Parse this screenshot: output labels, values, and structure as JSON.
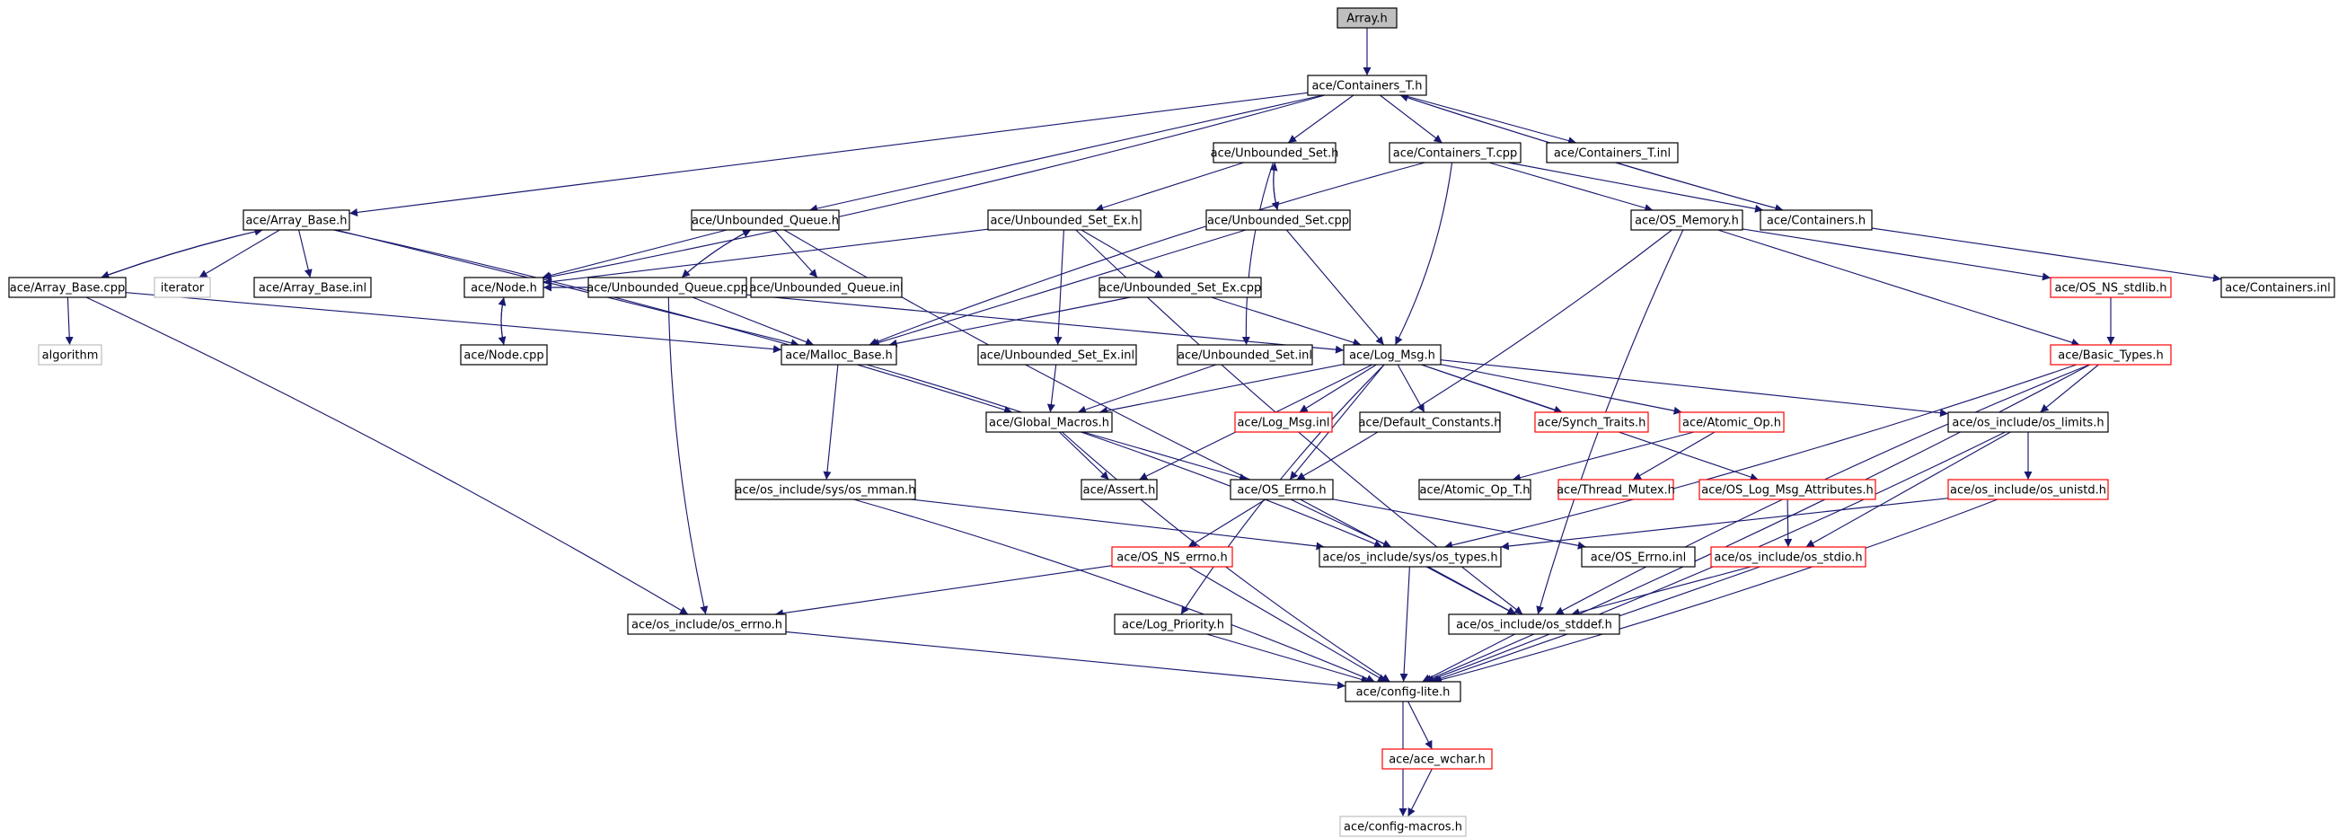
{
  "colors": {
    "edge": "#191970",
    "root_fill": "#bfbfbf",
    "node_border": "#000000",
    "incomplete_border": "#ff0000",
    "external_border": "#bfbfbf"
  },
  "graph": {
    "nodes": [
      {
        "id": "array_h",
        "label": "Array.h",
        "style": "root"
      },
      {
        "id": "containers_t_h",
        "label": "ace/Containers_T.h",
        "style": "normal"
      },
      {
        "id": "unbounded_set_h",
        "label": "ace/Unbounded_Set.h",
        "style": "normal"
      },
      {
        "id": "containers_t_cpp",
        "label": "ace/Containers_T.cpp",
        "style": "normal"
      },
      {
        "id": "containers_t_inl",
        "label": "ace/Containers_T.inl",
        "style": "normal"
      },
      {
        "id": "array_base_h",
        "label": "ace/Array_Base.h",
        "style": "normal"
      },
      {
        "id": "unbounded_queue_h",
        "label": "ace/Unbounded_Queue.h",
        "style": "normal"
      },
      {
        "id": "unbounded_set_ex_h",
        "label": "ace/Unbounded_Set_Ex.h",
        "style": "normal"
      },
      {
        "id": "unbounded_set_cpp",
        "label": "ace/Unbounded_Set.cpp",
        "style": "normal"
      },
      {
        "id": "os_memory_h",
        "label": "ace/OS_Memory.h",
        "style": "normal"
      },
      {
        "id": "containers_h",
        "label": "ace/Containers.h",
        "style": "normal"
      },
      {
        "id": "array_base_cpp",
        "label": "ace/Array_Base.cpp",
        "style": "normal"
      },
      {
        "id": "iterator",
        "label": "iterator",
        "style": "gray"
      },
      {
        "id": "array_base_inl",
        "label": "ace/Array_Base.inl",
        "style": "normal"
      },
      {
        "id": "node_h",
        "label": "ace/Node.h",
        "style": "normal"
      },
      {
        "id": "unbounded_queue_cpp",
        "label": "ace/Unbounded_Queue.cpp",
        "style": "normal"
      },
      {
        "id": "unbounded_queue_inl",
        "label": "ace/Unbounded_Queue.inl",
        "style": "normal"
      },
      {
        "id": "unbounded_set_ex_cpp",
        "label": "ace/Unbounded_Set_Ex.cpp",
        "style": "normal"
      },
      {
        "id": "os_ns_stdlib_h",
        "label": "ace/OS_NS_stdlib.h",
        "style": "red"
      },
      {
        "id": "containers_inl",
        "label": "ace/Containers.inl",
        "style": "normal"
      },
      {
        "id": "algorithm",
        "label": "algorithm",
        "style": "gray"
      },
      {
        "id": "node_cpp",
        "label": "ace/Node.cpp",
        "style": "normal"
      },
      {
        "id": "malloc_base_h",
        "label": "ace/Malloc_Base.h",
        "style": "normal"
      },
      {
        "id": "unbounded_set_ex_inl",
        "label": "ace/Unbounded_Set_Ex.inl",
        "style": "normal"
      },
      {
        "id": "unbounded_set_inl",
        "label": "ace/Unbounded_Set.inl",
        "style": "normal"
      },
      {
        "id": "log_msg_h",
        "label": "ace/Log_Msg.h",
        "style": "normal"
      },
      {
        "id": "basic_types_h",
        "label": "ace/Basic_Types.h",
        "style": "red"
      },
      {
        "id": "global_macros_h",
        "label": "ace/Global_Macros.h",
        "style": "normal"
      },
      {
        "id": "log_msg_inl",
        "label": "ace/Log_Msg.inl",
        "style": "red"
      },
      {
        "id": "default_constants_h",
        "label": "ace/Default_Constants.h",
        "style": "normal"
      },
      {
        "id": "synch_traits_h",
        "label": "ace/Synch_Traits.h",
        "style": "red"
      },
      {
        "id": "atomic_op_h",
        "label": "ace/Atomic_Op.h",
        "style": "red"
      },
      {
        "id": "os_limits_h",
        "label": "ace/os_include/os_limits.h",
        "style": "normal"
      },
      {
        "id": "os_mman_h",
        "label": "ace/os_include/sys/os_mman.h",
        "style": "normal"
      },
      {
        "id": "assert_h",
        "label": "ace/Assert.h",
        "style": "normal"
      },
      {
        "id": "os_errno_ace_h",
        "label": "ace/OS_Errno.h",
        "style": "normal"
      },
      {
        "id": "atomic_op_t_h",
        "label": "ace/Atomic_Op_T.h",
        "style": "normal"
      },
      {
        "id": "thread_mutex_h",
        "label": "ace/Thread_Mutex.h",
        "style": "red"
      },
      {
        "id": "os_log_msg_attributes_h",
        "label": "ace/OS_Log_Msg_Attributes.h",
        "style": "red"
      },
      {
        "id": "os_unistd_h",
        "label": "ace/os_include/os_unistd.h",
        "style": "red"
      },
      {
        "id": "os_ns_errno_h",
        "label": "ace/OS_NS_errno.h",
        "style": "red"
      },
      {
        "id": "os_types_h",
        "label": "ace/os_include/sys/os_types.h",
        "style": "normal"
      },
      {
        "id": "os_errno_inl",
        "label": "ace/OS_Errno.inl",
        "style": "normal"
      },
      {
        "id": "os_stdio_h",
        "label": "ace/os_include/os_stdio.h",
        "style": "red"
      },
      {
        "id": "os_include_os_errno_h",
        "label": "ace/os_include/os_errno.h",
        "style": "normal"
      },
      {
        "id": "log_priority_h",
        "label": "ace/Log_Priority.h",
        "style": "normal"
      },
      {
        "id": "os_stddef_h",
        "label": "ace/os_include/os_stddef.h",
        "style": "normal"
      },
      {
        "id": "config_lite_h",
        "label": "ace/config-lite.h",
        "style": "normal"
      },
      {
        "id": "ace_wchar_h",
        "label": "ace/ace_wchar.h",
        "style": "red"
      },
      {
        "id": "config_macros_h",
        "label": "ace/config-macros.h",
        "style": "gray"
      }
    ],
    "edges": [
      [
        "array_h",
        "containers_t_h"
      ],
      [
        "containers_t_h",
        "unbounded_set_h"
      ],
      [
        "containers_t_h",
        "containers_t_cpp"
      ],
      [
        "containers_t_h",
        "containers_t_inl"
      ],
      [
        "containers_t_h",
        "array_base_h"
      ],
      [
        "containers_t_h",
        "unbounded_queue_h"
      ],
      [
        "containers_t_h",
        "node_h"
      ],
      [
        "containers_t_h",
        "containers_h"
      ],
      [
        "containers_h",
        "containers_t_h"
      ],
      [
        "containers_h",
        "containers_inl"
      ],
      [
        "unbounded_set_h",
        "unbounded_set_cpp"
      ],
      [
        "unbounded_set_cpp",
        "unbounded_set_h"
      ],
      [
        "unbounded_set_h",
        "unbounded_set_ex_h"
      ],
      [
        "unbounded_set_h",
        "unbounded_set_inl"
      ],
      [
        "unbounded_set_cpp",
        "log_msg_h"
      ],
      [
        "unbounded_set_cpp",
        "malloc_base_h"
      ],
      [
        "containers_t_cpp",
        "os_memory_h"
      ],
      [
        "containers_t_cpp",
        "containers_h"
      ],
      [
        "containers_t_cpp",
        "log_msg_h"
      ],
      [
        "containers_t_cpp",
        "malloc_base_h"
      ],
      [
        "array_base_h",
        "array_base_cpp"
      ],
      [
        "array_base_cpp",
        "array_base_h"
      ],
      [
        "array_base_h",
        "iterator"
      ],
      [
        "array_base_h",
        "array_base_inl"
      ],
      [
        "array_base_h",
        "global_macros_h"
      ],
      [
        "array_base_h",
        "malloc_base_h"
      ],
      [
        "array_base_cpp",
        "algorithm"
      ],
      [
        "array_base_cpp",
        "malloc_base_h"
      ],
      [
        "array_base_cpp",
        "os_include_os_errno_h"
      ],
      [
        "unbounded_queue_h",
        "unbounded_queue_cpp"
      ],
      [
        "unbounded_queue_cpp",
        "unbounded_queue_h"
      ],
      [
        "unbounded_queue_h",
        "node_h"
      ],
      [
        "unbounded_queue_h",
        "unbounded_queue_inl"
      ],
      [
        "unbounded_queue_h",
        "os_types_h"
      ],
      [
        "unbounded_queue_cpp",
        "node_h"
      ],
      [
        "unbounded_queue_cpp",
        "malloc_base_h"
      ],
      [
        "unbounded_queue_cpp",
        "log_msg_h"
      ],
      [
        "unbounded_queue_cpp",
        "os_include_os_errno_h"
      ],
      [
        "unbounded_set_ex_h",
        "node_h"
      ],
      [
        "unbounded_set_ex_h",
        "unbounded_set_ex_cpp"
      ],
      [
        "unbounded_set_ex_h",
        "unbounded_set_ex_inl"
      ],
      [
        "unbounded_set_ex_h",
        "os_stddef_h"
      ],
      [
        "unbounded_set_ex_cpp",
        "log_msg_h"
      ],
      [
        "unbounded_set_ex_cpp",
        "malloc_base_h"
      ],
      [
        "node_h",
        "node_cpp"
      ],
      [
        "node_cpp",
        "node_h"
      ],
      [
        "unbounded_set_ex_inl",
        "global_macros_h"
      ],
      [
        "unbounded_set_inl",
        "global_macros_h"
      ],
      [
        "os_memory_h",
        "os_ns_stdlib_h"
      ],
      [
        "os_memory_h",
        "basic_types_h"
      ],
      [
        "os_memory_h",
        "os_errno_ace_h"
      ],
      [
        "os_memory_h",
        "os_stddef_h"
      ],
      [
        "os_ns_stdlib_h",
        "basic_types_h"
      ],
      [
        "basic_types_h",
        "os_limits_h"
      ],
      [
        "basic_types_h",
        "os_types_h"
      ],
      [
        "basic_types_h",
        "os_stddef_h"
      ],
      [
        "basic_types_h",
        "config_lite_h"
      ],
      [
        "malloc_base_h",
        "os_mman_h"
      ],
      [
        "malloc_base_h",
        "os_types_h"
      ],
      [
        "log_msg_h",
        "global_macros_h"
      ],
      [
        "log_msg_h",
        "log_msg_inl"
      ],
      [
        "log_msg_h",
        "default_constants_h"
      ],
      [
        "log_msg_h",
        "synch_traits_h"
      ],
      [
        "log_msg_h",
        "atomic_op_h"
      ],
      [
        "log_msg_h",
        "os_limits_h"
      ],
      [
        "log_msg_h",
        "os_log_msg_attributes_h"
      ],
      [
        "log_msg_h",
        "assert_h"
      ],
      [
        "log_msg_h",
        "log_priority_h"
      ],
      [
        "log_msg_h",
        "os_errno_ace_h"
      ],
      [
        "global_macros_h",
        "assert_h"
      ],
      [
        "global_macros_h",
        "os_errno_ace_h"
      ],
      [
        "global_macros_h",
        "config_lite_h"
      ],
      [
        "atomic_op_h",
        "atomic_op_t_h"
      ],
      [
        "atomic_op_h",
        "thread_mutex_h"
      ],
      [
        "os_limits_h",
        "os_unistd_h"
      ],
      [
        "os_limits_h",
        "os_stdio_h"
      ],
      [
        "os_limits_h",
        "config_lite_h"
      ],
      [
        "os_unistd_h",
        "os_types_h"
      ],
      [
        "os_unistd_h",
        "config_lite_h"
      ],
      [
        "os_mman_h",
        "os_types_h"
      ],
      [
        "os_mman_h",
        "config_lite_h"
      ],
      [
        "os_errno_ace_h",
        "os_ns_errno_h"
      ],
      [
        "os_errno_ace_h",
        "os_errno_inl"
      ],
      [
        "os_errno_ace_h",
        "os_stddef_h"
      ],
      [
        "os_log_msg_attributes_h",
        "os_stdio_h"
      ],
      [
        "os_ns_errno_h",
        "os_include_os_errno_h"
      ],
      [
        "os_ns_errno_h",
        "config_lite_h"
      ],
      [
        "os_types_h",
        "os_stddef_h"
      ],
      [
        "os_types_h",
        "config_lite_h"
      ],
      [
        "os_stdio_h",
        "os_stddef_h"
      ],
      [
        "os_stdio_h",
        "config_lite_h"
      ],
      [
        "os_include_os_errno_h",
        "config_lite_h"
      ],
      [
        "log_priority_h",
        "config_lite_h"
      ],
      [
        "os_stddef_h",
        "config_lite_h"
      ],
      [
        "config_lite_h",
        "ace_wchar_h"
      ],
      [
        "config_lite_h",
        "config_macros_h"
      ],
      [
        "ace_wchar_h",
        "config_macros_h"
      ]
    ]
  }
}
